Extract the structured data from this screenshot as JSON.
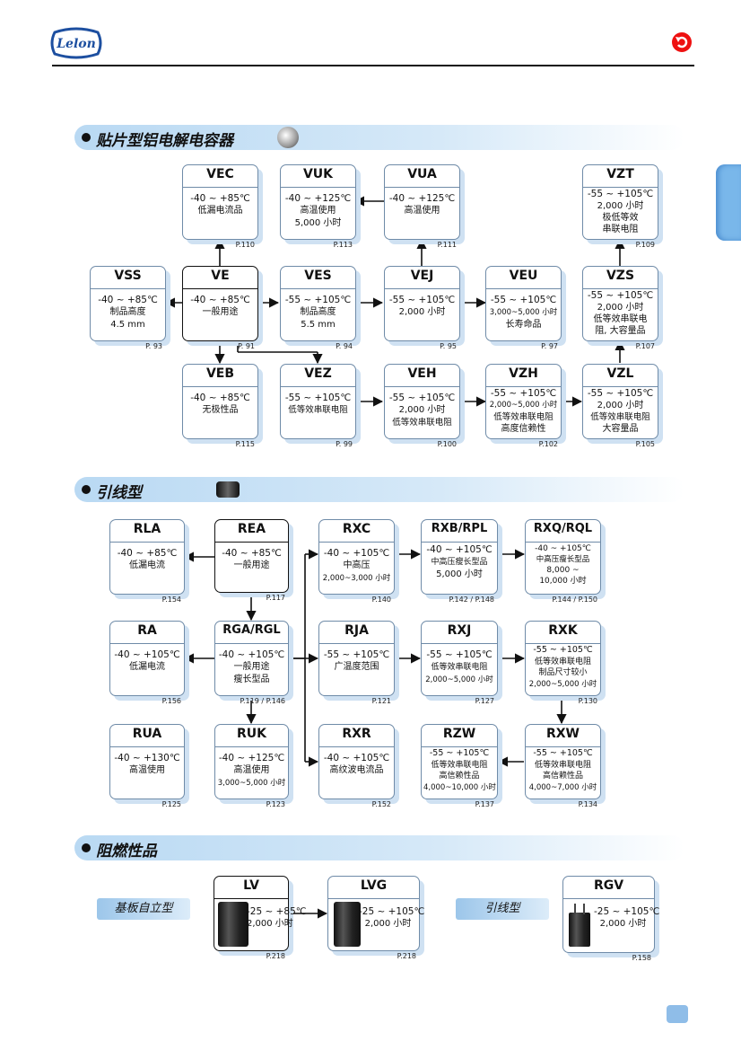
{
  "header": {
    "logo_text": "Lelon"
  },
  "sections": {
    "smd_title": "贴片型铝电解电容器",
    "radial_title": "引线型",
    "fr_title": "阻燃性品"
  },
  "colors": {
    "accent": "#79b7ea",
    "back_button": "#e11111",
    "box_border": "#6f8ba8"
  },
  "smd": {
    "vec": {
      "name": "VEC",
      "l1": "-40 ~ +85℃",
      "l2": "低漏电流品",
      "page": "P.110"
    },
    "vuk": {
      "name": "VUK",
      "l1": "-40 ~ +125℃",
      "l2": "高温使用",
      "l3": "5,000 小时",
      "page": "P.113"
    },
    "vua": {
      "name": "VUA",
      "l1": "-40 ~ +125℃",
      "l2": "高温使用",
      "page": "P.111"
    },
    "vzt": {
      "name": "VZT",
      "l1": "-55 ~ +105℃",
      "l2": "2,000 小时",
      "l3": "极低等效",
      "l4": "串联电阻",
      "page": "P.109"
    },
    "vss": {
      "name": "VSS",
      "l1": "-40 ~ +85℃",
      "l2": "制品高度",
      "l3": "4.5 mm",
      "page": "P. 93"
    },
    "ve": {
      "name": "VE",
      "l1": "-40 ~ +85℃",
      "l2": "一般用途",
      "page": "P. 91"
    },
    "ves": {
      "name": "VES",
      "l1": "-55 ~ +105℃",
      "l2": "制品高度",
      "l3": "5.5 mm",
      "page": "P. 94"
    },
    "vej": {
      "name": "VEJ",
      "l1": "-55 ~ +105℃",
      "l2": "2,000 小时",
      "page": "P. 95"
    },
    "veu": {
      "name": "VEU",
      "l1": "-55 ~ +105℃",
      "l2": "3,000~5,000 小时",
      "l3": "长寿命品",
      "page": "P. 97"
    },
    "vzs": {
      "name": "VZS",
      "l1": "-55 ~ +105℃",
      "l2": "2,000 小时",
      "l3": "低等效串联电",
      "l4": "阻, 大容量品",
      "page": "P.107"
    },
    "veb": {
      "name": "VEB",
      "l1": "-40 ~ +85℃",
      "l2": "无极性品",
      "page": "P.115"
    },
    "vez": {
      "name": "VEZ",
      "l1": "-55 ~ +105℃",
      "l2": "低等效串联电阻",
      "page": "P. 99"
    },
    "veh": {
      "name": "VEH",
      "l1": "-55 ~ +105℃",
      "l2": "2,000 小时",
      "l3": "低等效串联电阻",
      "page": "P.100"
    },
    "vzh": {
      "name": "VZH",
      "l1": "-55 ~ +105℃",
      "l2": "2,000~5,000 小时",
      "l3": "低等效串联电阻",
      "l4": "高度信赖性",
      "page": "P.102"
    },
    "vzl": {
      "name": "VZL",
      "l1": "-55 ~ +105℃",
      "l2": "2,000 小时",
      "l3": "低等效串联电阻",
      "l4": "大容量品",
      "page": "P.105"
    }
  },
  "radial": {
    "rla": {
      "name": "RLA",
      "l1": "-40 ~ +85℃",
      "l2": "低漏电流",
      "page": "P.154"
    },
    "rea": {
      "name": "REA",
      "l1": "-40 ~ +85℃",
      "l2": "一般用途",
      "page": "P.117"
    },
    "rxc": {
      "name": "RXC",
      "l1": "-40 ~ +105℃",
      "l2": "中高压",
      "l3": "2,000~3,000 小时",
      "page": "P.140"
    },
    "rxb": {
      "name": "RXB/RPL",
      "l1": "-40 ~ +105℃",
      "l2": "中高压瘦长型品",
      "l3": "5,000 小时",
      "page": "P.142 / P.148"
    },
    "rxq": {
      "name": "RXQ/RQL",
      "l1": "-40 ~ +105℃",
      "l2": "中高压瘦长型品",
      "l3": "8,000 ~",
      "l4": "10,000 小时",
      "page": "P.144 / P.150"
    },
    "ra": {
      "name": "RA",
      "l1": "-40 ~ +105℃",
      "l2": "低漏电流",
      "page": "P.156"
    },
    "rga": {
      "name": "RGA/RGL",
      "l1": "-40 ~ +105℃",
      "l2": "一般用途",
      "l3": "瘦长型品",
      "page": "P.119   / P.146"
    },
    "rja": {
      "name": "RJA",
      "l1": "-55 ~ +105℃",
      "l2": "广温度范围",
      "page": "P.121"
    },
    "rxj": {
      "name": "RXJ",
      "l1": "-55 ~ +105℃",
      "l2": "低等效串联电阻",
      "l3": "2,000~5,000 小时",
      "page": "P.127"
    },
    "rxk": {
      "name": "RXK",
      "l1": "-55 ~ +105℃",
      "l2": "低等效串联电阻",
      "l3": "制品尺寸较小",
      "l4": "2,000~5,000 小时",
      "page": "P.130"
    },
    "rua": {
      "name": "RUA",
      "l1": "-40 ~ +130℃",
      "l2": "高温使用",
      "page": "P.125"
    },
    "ruk": {
      "name": "RUK",
      "l1": "-40 ~ +125℃",
      "l2": "高温使用",
      "l3": "3,000~5,000 小时",
      "page": "P.123"
    },
    "rxr": {
      "name": "RXR",
      "l1": "-40 ~ +105℃",
      "l2": "高纹波电流品",
      "page": "P.152"
    },
    "rzw": {
      "name": "RZW",
      "l1": "-55 ~ +105℃",
      "l2": "低等效串联电阻",
      "l3": "高信赖性品",
      "l4": "4,000~10,000 小时",
      "page": "P.137"
    },
    "rxw": {
      "name": "RXW",
      "l1": "-55 ~ +105℃",
      "l2": "低等效串联电阻",
      "l3": "高信赖性品",
      "l4": "4,000~7,000 小时",
      "page": "P.134"
    }
  },
  "flame": {
    "tag_snap": "基板自立型",
    "tag_radial": "引线型",
    "lv": {
      "name": "LV",
      "l1": "-25 ~ +85℃",
      "l2": "2,000 小时",
      "page": "P.218"
    },
    "lvg": {
      "name": "LVG",
      "l1": "-25 ~ +105℃",
      "l2": "2,000 小时",
      "page": "P.218"
    },
    "rgv": {
      "name": "RGV",
      "l1": "-25 ~ +105℃",
      "l2": "2,000 小时",
      "page": "P.158"
    }
  }
}
